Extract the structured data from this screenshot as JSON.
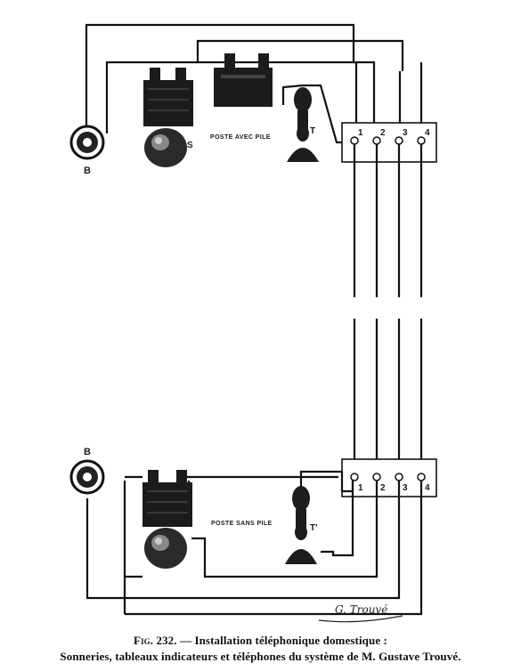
{
  "figure": {
    "top_station": {
      "label": "POSTE AVEC PILE",
      "battery_letter": "B",
      "bell_letter": "S",
      "phone_letter": "T",
      "terminal_numbers": [
        "1",
        "2",
        "3",
        "4"
      ]
    },
    "bottom_station": {
      "label": "POSTE SANS PILE",
      "battery_letter": "B",
      "phone_letter": "T'",
      "terminal_numbers": [
        "1",
        "2",
        "3",
        "4"
      ]
    },
    "signature": "G. Trouvé",
    "caption_prefix": "Fig. 232.",
    "caption_line1": " — Installation téléphonique domestique :",
    "caption_line2": "Sonneries, tableaux indicateurs et téléphones du système de M. Gustave Trouvé."
  }
}
